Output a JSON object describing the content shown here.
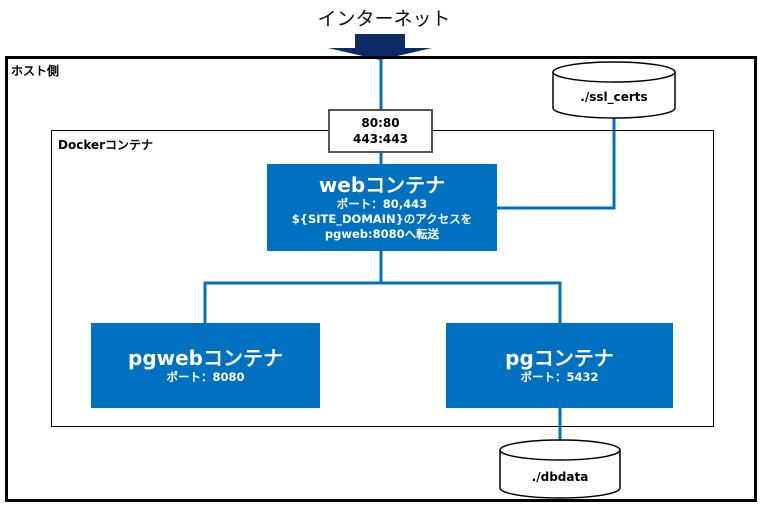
{
  "internet": {
    "label": "インターネット"
  },
  "host": {
    "label": "ホスト側"
  },
  "docker": {
    "label": "Dockerコンテナ"
  },
  "ports": {
    "line1": "80:80",
    "line2": "443:443"
  },
  "web": {
    "title": "webコンテナ",
    "port": "ポート：80,443",
    "desc1": "${SITE_DOMAIN}のアクセスを",
    "desc2": "pgweb:8080へ転送"
  },
  "pgweb": {
    "title": "pgwebコンテナ",
    "port": "ポート：8080"
  },
  "pg": {
    "title": "pgコンテナ",
    "port": "ポート：5432"
  },
  "ssl_volume": {
    "label": "./ssl_certs"
  },
  "db_volume": {
    "label": "./dbdata"
  },
  "colors": {
    "container": "#0070c0",
    "connector": "#0070c0",
    "arrow": "#0b2a66"
  }
}
